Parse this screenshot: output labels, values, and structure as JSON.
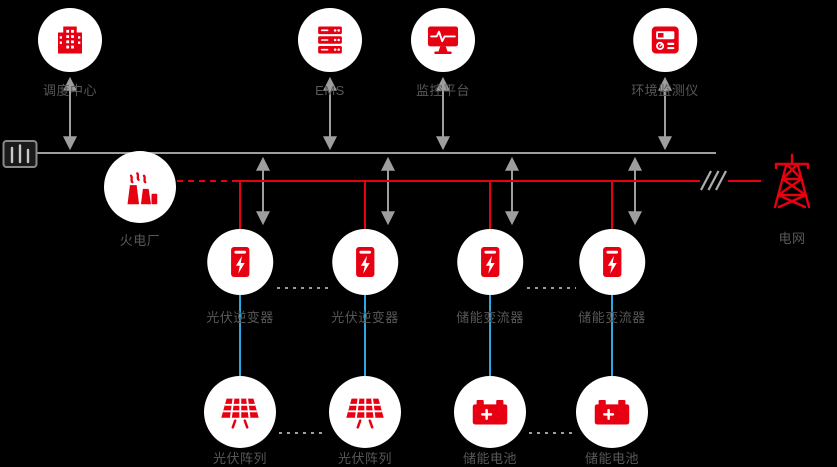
{
  "colors": {
    "background": "#000000",
    "node_circle": "#FFFFFF",
    "icon_red": "#E60012",
    "power_line_red": "#E60012",
    "comm_line_gray": "#9E9E9E",
    "dc_line_blue": "#2EA7E0",
    "label_text": "#595757"
  },
  "nodes": {
    "dispatch_center": {
      "label": "调度中心",
      "icon": "building-icon"
    },
    "ems": {
      "label": "EMS",
      "icon": "server-icon"
    },
    "monitoring_platform": {
      "label": "监控平台",
      "icon": "monitor-pulse-icon"
    },
    "environment_monitor": {
      "label": "环境监测仪",
      "icon": "sensor-device-icon"
    },
    "thermal_power_plant": {
      "label": "火电厂",
      "icon": "power-plant-icon"
    },
    "power_grid": {
      "label": "电网",
      "icon": "transmission-tower-icon"
    },
    "pv_inverter_1": {
      "label": "光伏逆变器",
      "icon": "inverter-icon"
    },
    "pv_inverter_2": {
      "label": "光伏逆变器",
      "icon": "inverter-icon"
    },
    "storage_converter_1": {
      "label": "储能变流器",
      "icon": "inverter-icon"
    },
    "storage_converter_2": {
      "label": "储能变流器",
      "icon": "inverter-icon"
    },
    "pv_array_1": {
      "label": "光伏阵列",
      "icon": "solar-panel-icon"
    },
    "pv_array_2": {
      "label": "光伏阵列",
      "icon": "solar-panel-icon"
    },
    "storage_battery_1": {
      "label": "储能电池",
      "icon": "battery-icon"
    },
    "storage_battery_2": {
      "label": "储能电池",
      "icon": "battery-icon"
    }
  }
}
